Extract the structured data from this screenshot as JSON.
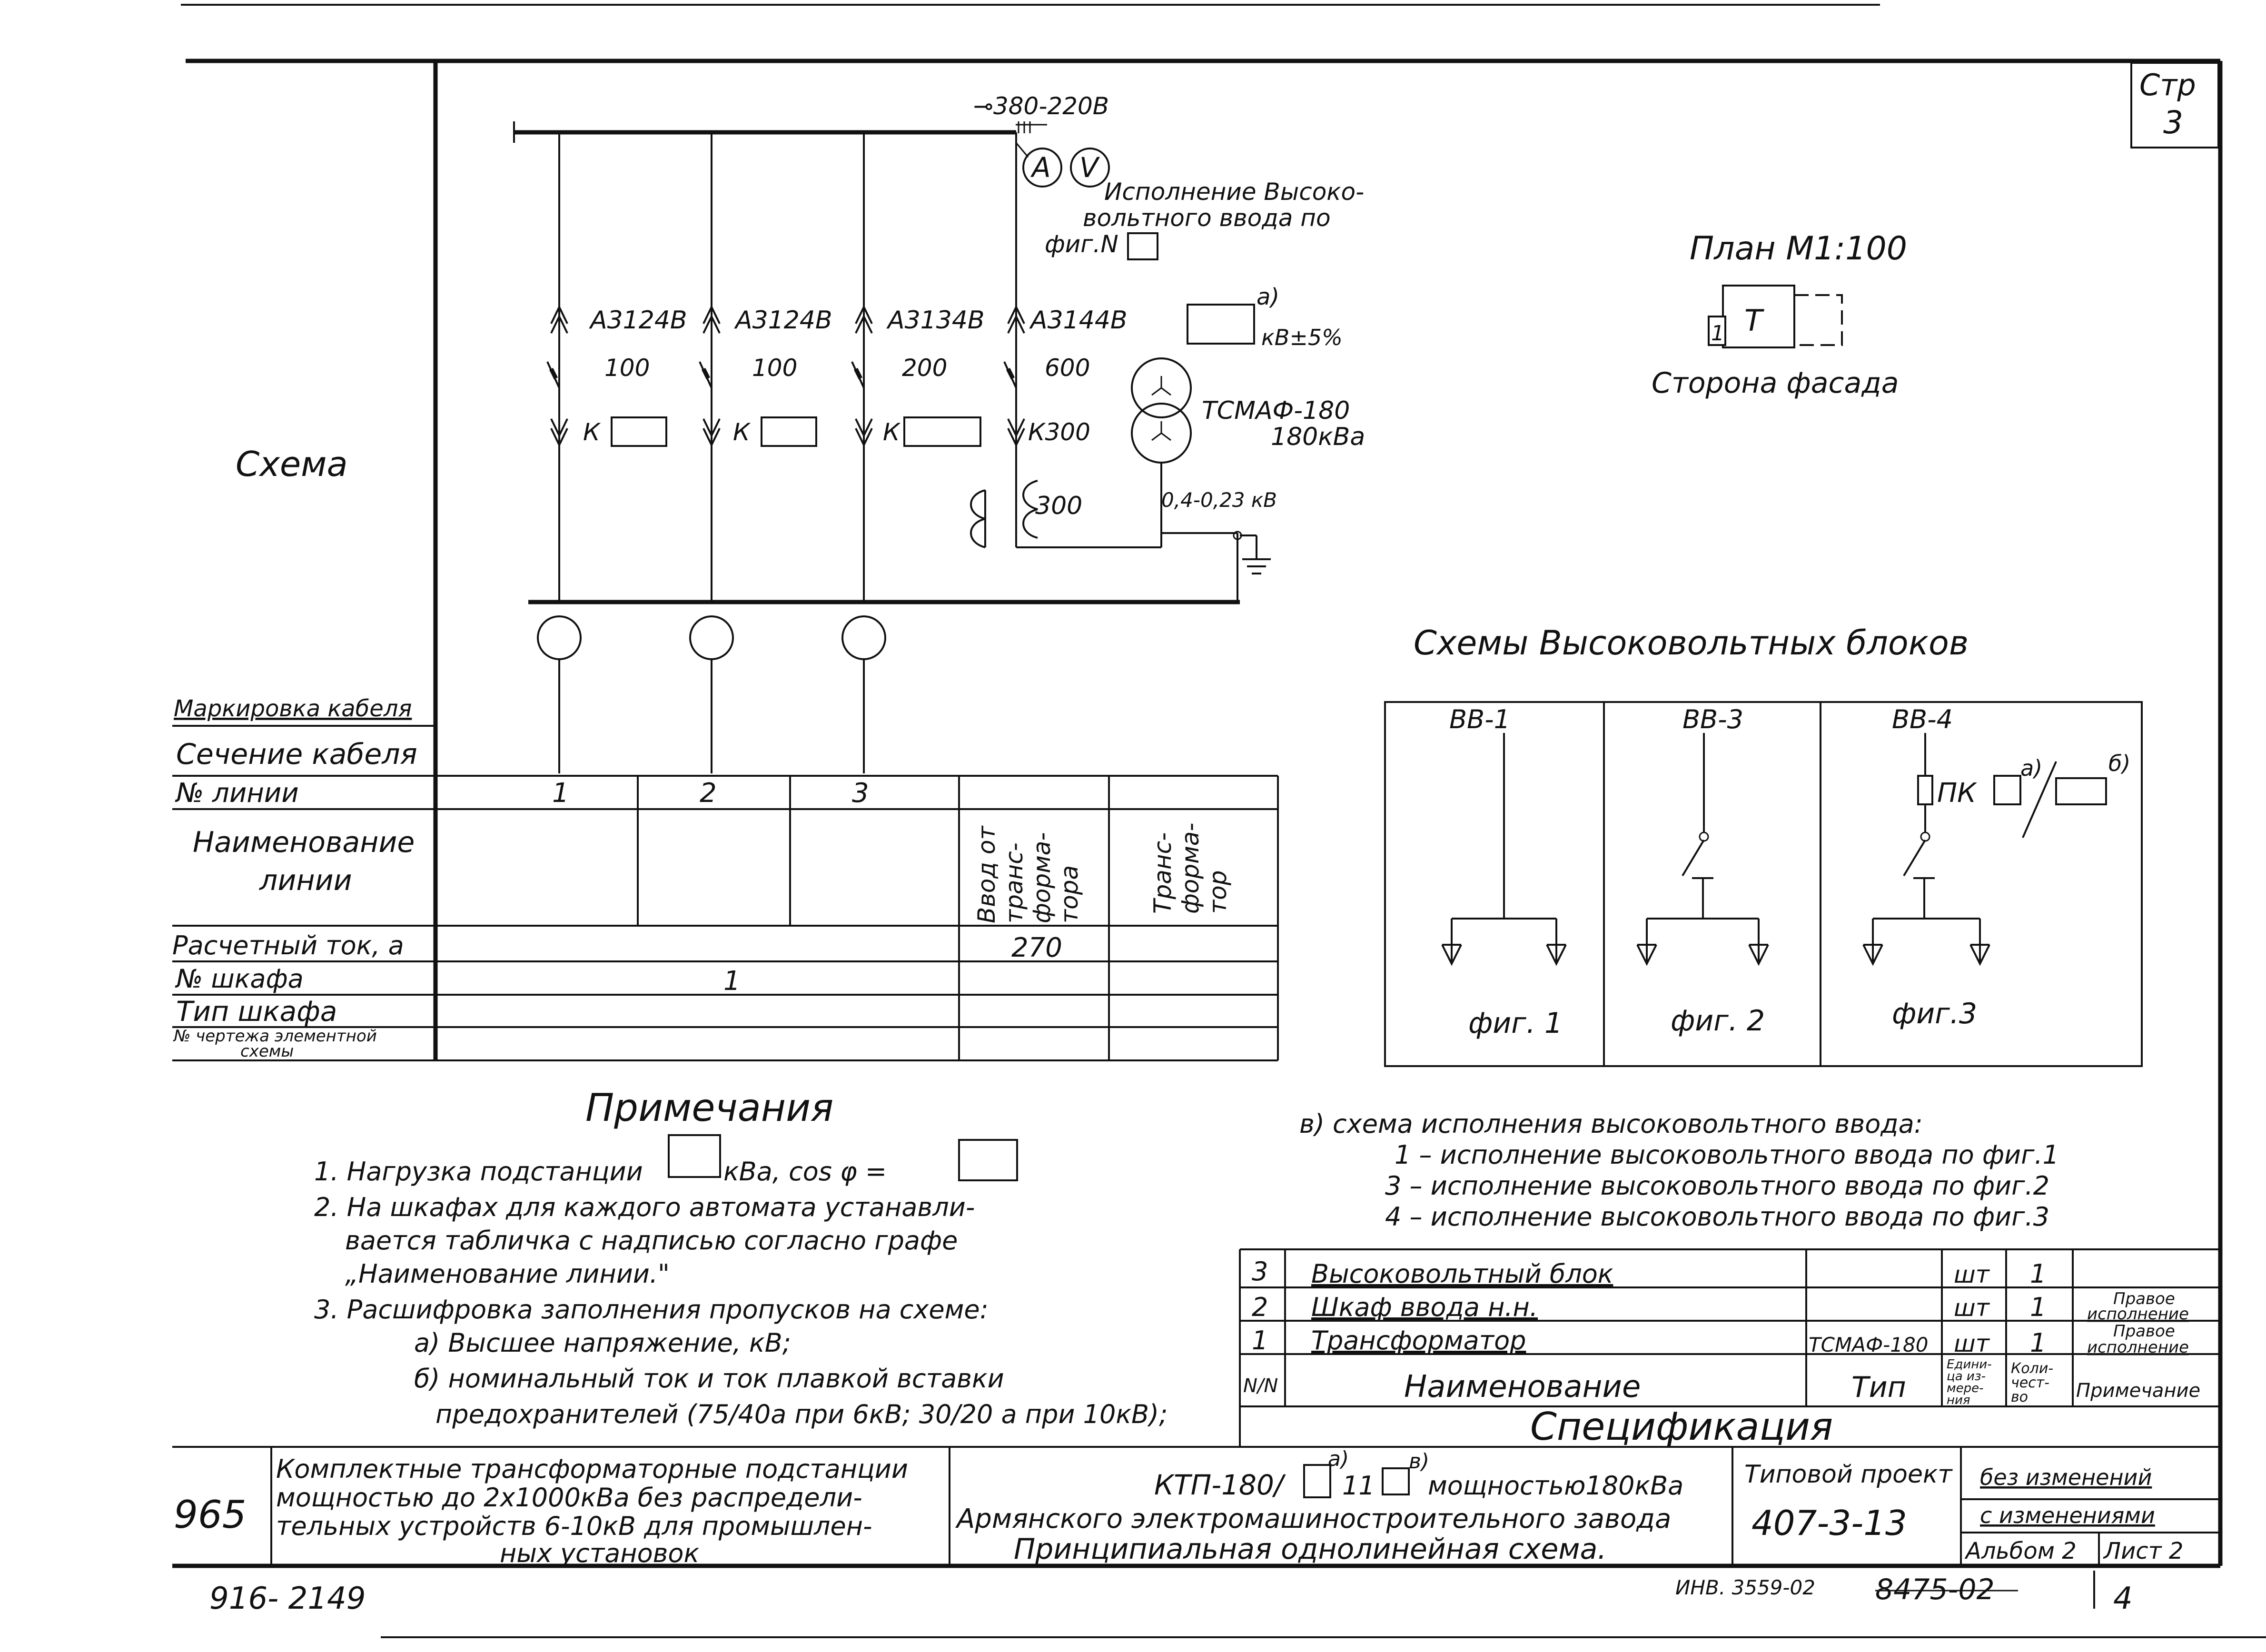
{
  "page": {
    "number_label": "Стр",
    "number": "3"
  },
  "diagram": {
    "section_label": "Схема",
    "supply": "⊸380-220В",
    "meter_a": "A",
    "meter_v": "V",
    "hv_entry_note": [
      "Исполнение Высоко-",
      "вольтного ввода по",
      "фиг.N"
    ],
    "breakers": [
      {
        "type": "А3124В",
        "rating": "100",
        "k": "К"
      },
      {
        "type": "А3124В",
        "rating": "100",
        "k": "К"
      },
      {
        "type": "А3134В",
        "rating": "200",
        "k": "К"
      },
      {
        "type": "А3144В",
        "rating": "600",
        "k": "К300"
      }
    ],
    "ct_label": "300",
    "tap_label": "кВ±5%",
    "tap_marker": "а)",
    "transformer_type": "ТСМАФ-180",
    "transformer_power": "180кВа",
    "voltage_label": "0,4-0,23 кВ"
  },
  "plan": {
    "title": "План М1:100",
    "transformer_letter": "Т",
    "door_mark": "1",
    "facade": "Сторона фасада"
  },
  "hv_blocks": {
    "title": "Схемы Высоковольтных блоков",
    "blocks": [
      {
        "name": "ВВ-1",
        "fig": "фиг. 1"
      },
      {
        "name": "ВВ-3",
        "fig": "фиг. 2"
      },
      {
        "name": "ВВ-4",
        "fig": "фиг.3"
      }
    ],
    "pk_label": "ПК",
    "mark_a": "а)",
    "mark_b": "б)"
  },
  "row_labels": {
    "cable_marking": "Маркировка кабеля",
    "cable_section": "Сечение кабеля",
    "line_no": "№ линии",
    "line_name": [
      "Наименование",
      "линии"
    ],
    "design_current": "Расчетный ток, а",
    "cabinet_no": "№ шкафа",
    "cabinet_type": "Тип шкафа",
    "drawing_no": [
      "№ чертежа элементной",
      "схемы"
    ]
  },
  "line_table": {
    "line_numbers": [
      "1",
      "2",
      "3"
    ],
    "col4_name": [
      "Ввод от",
      "транс-",
      "форма-",
      "тора"
    ],
    "col5_name": [
      "Транс-",
      "форма-",
      "тор"
    ],
    "current_value": "270",
    "cabinet_value": "1"
  },
  "notes": {
    "title": "Примечания",
    "lines": [
      "1. Нагрузка подстанции",
      "кВа,  cos φ =",
      "2. На шкафах для каждого автомата устанавли-",
      "вается табличка с надписью согласно графе",
      "„Наименование линии.\"",
      "3. Расшифровка заполнения пропусков на схеме:",
      "а) Высшее напряжение, кВ;",
      "б) номинальный ток и ток плавкой вставки",
      "предохранителей (75/40а при 6кВ; 30/20 а при 10кВ);"
    ],
    "right_lines": [
      "в) схема исполнения высоковольтного ввода:",
      "1 – исполнение высоковольтного ввода по фиг.1",
      "3 – исполнение высоковольтного ввода по фиг.2",
      "4 – исполнение высоковольтного ввода по фиг.3"
    ]
  },
  "spec": {
    "title": "Спецификация",
    "header": {
      "no": "N/N",
      "name": "Наименование",
      "type": "Тип",
      "unit": [
        "Едини-",
        "ца из-",
        "мере-",
        "ния"
      ],
      "qty": [
        "Коли-",
        "чест-",
        "во"
      ],
      "note": "Примечание"
    },
    "rows": [
      {
        "no": "3",
        "name": "Высоковольтный блок",
        "type": "",
        "unit": "шт",
        "qty": "1",
        "note": [
          "",
          ""
        ]
      },
      {
        "no": "2",
        "name": "Шкаф ввода  н.н.",
        "type": "",
        "unit": "шт",
        "qty": "1",
        "note": [
          "Правое",
          "исполнение"
        ]
      },
      {
        "no": "1",
        "name": "Трансформатор",
        "type": "ТСМАФ-180",
        "unit": "шт",
        "qty": "1",
        "note": [
          "Правое",
          "исполнение"
        ]
      }
    ]
  },
  "title_block": {
    "year": "965",
    "description": [
      "Комплектные трансформаторные подстанции",
      "мощностью до 2х1000кВа  без распредели-",
      "тельных устройств 6-10кВ для промышлен-",
      "ных установок"
    ],
    "project_line1": "КТП-180/",
    "project_a": "а)",
    "project_mid": "11",
    "project_b": "в)",
    "project_power": "мощностью180кВа",
    "project_line2": "Армянского электромашиностроительного завода",
    "project_line3": "Принципиальная однолинейная схема.",
    "typical_label": "Типовой проект",
    "typical_no": "407-3-13",
    "no_changes": "без изменений",
    "with_changes": "с изменениями",
    "album": "Альбом 2",
    "sheet": "Лист 2"
  },
  "stamps": {
    "left": "916- 2149",
    "inv": "ИНВ. 3559-02",
    "inv2": "8475-02",
    "page": "4"
  }
}
